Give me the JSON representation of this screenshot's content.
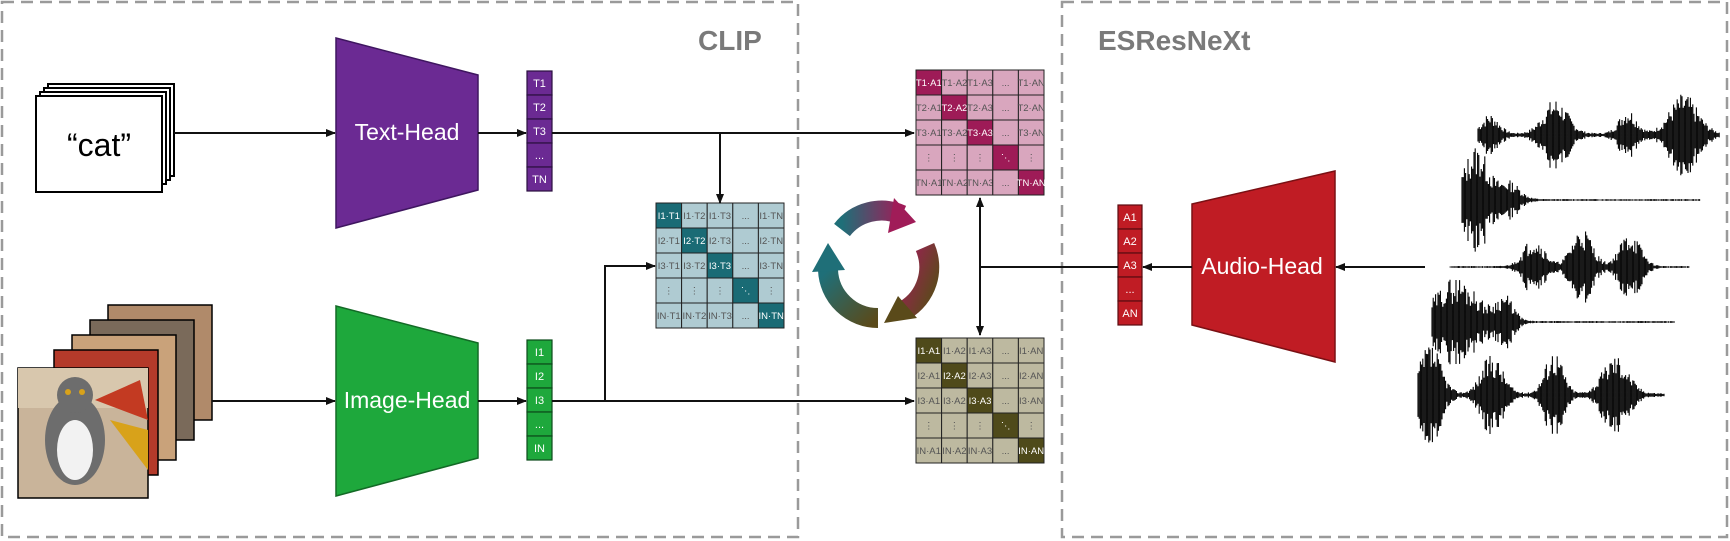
{
  "sections": {
    "clip": "CLIP",
    "esresnext": "ESResNeXt"
  },
  "input_text": "“cat”",
  "heads": {
    "text": "Text-Head",
    "image": "Image-Head",
    "audio": "Audio-Head"
  },
  "embeddings": {
    "text": [
      "T1",
      "T2",
      "T3",
      "...",
      "TN"
    ],
    "image": [
      "I1",
      "I2",
      "I3",
      "...",
      "IN"
    ],
    "audio": [
      "A1",
      "A2",
      "A3",
      "...",
      "AN"
    ]
  },
  "matrices": {
    "text_audio": [
      [
        "T1·A1",
        "T1·A2",
        "T1·A3",
        "...",
        "T1·AN"
      ],
      [
        "T2·A1",
        "T2·A2",
        "T2·A3",
        "...",
        "T2·AN"
      ],
      [
        "T3·A1",
        "T3·A2",
        "T3·A3",
        "...",
        "T3·AN"
      ],
      [
        "⋮",
        "⋮",
        "⋮",
        "⋱",
        "⋮"
      ],
      [
        "TN·A1",
        "TN·A2",
        "TN·A3",
        "...",
        "TN·AN"
      ]
    ],
    "image_text": [
      [
        "I1·T1",
        "I1·T2",
        "I1·T3",
        "...",
        "I1·TN"
      ],
      [
        "I2·T1",
        "I2·T2",
        "I2·T3",
        "...",
        "I2·TN"
      ],
      [
        "I3·T1",
        "I3·T2",
        "I3·T3",
        "...",
        "I3·TN"
      ],
      [
        "⋮",
        "⋮",
        "⋮",
        "⋱",
        "⋮"
      ],
      [
        "IN·T1",
        "IN·T2",
        "IN·T3",
        "...",
        "IN·TN"
      ]
    ],
    "image_audio": [
      [
        "I1·A1",
        "I1·A2",
        "I1·A3",
        "...",
        "I1·AN"
      ],
      [
        "I2·A1",
        "I2·A2",
        "I2·A3",
        "...",
        "I2·AN"
      ],
      [
        "I3·A1",
        "I3·A2",
        "I3·A3",
        "...",
        "I3·AN"
      ],
      [
        "⋮",
        "⋮",
        "⋮",
        "⋱",
        "⋮"
      ],
      [
        "IN·A1",
        "IN·A2",
        "IN·A3",
        "...",
        "IN·AN"
      ]
    ]
  },
  "colors": {
    "text_head": "#6B2A93",
    "image_head": "#1EA83C",
    "audio_head": "#C01C24",
    "text_audio_diag": "#9E1B57",
    "text_audio_off": "#D9A6BE",
    "image_text_diag": "#1A6B75",
    "image_text_off": "#AFCBD2",
    "image_audio_diag": "#4F4A1A",
    "image_audio_off": "#BDB9A0",
    "frame": "#9A9A9A"
  }
}
